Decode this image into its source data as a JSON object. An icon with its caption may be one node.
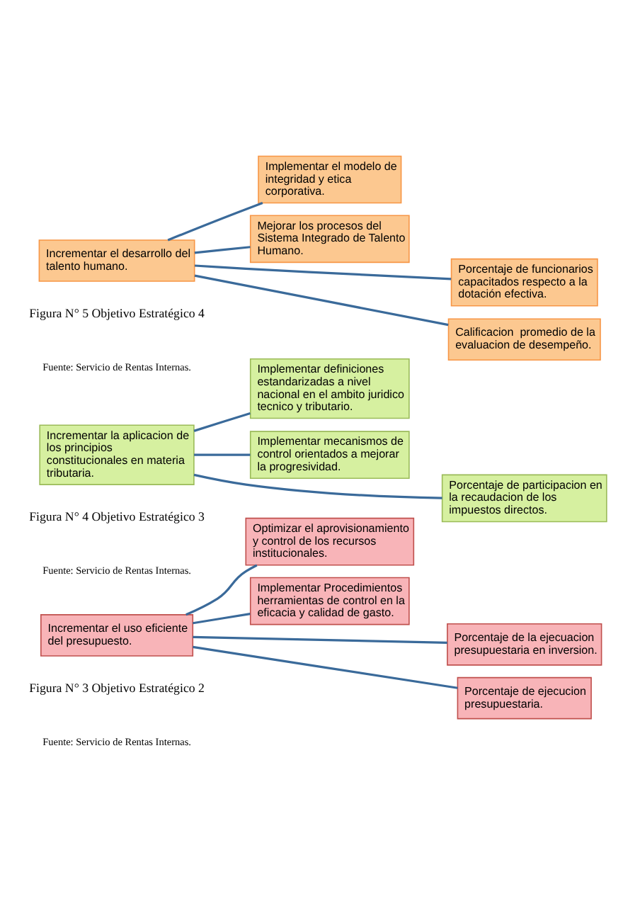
{
  "diagram": {
    "nodes": [
      {
        "text": [
          "Incrementar el uso eficiente del presupuesto."
        ]
      },
      {
        "text": [
          "Optimizar el aprovisionamiento y control de los recursos institucionales."
        ]
      },
      {
        "text": [
          "Implementar Procedimientos herramientas de control en la eficacia y calidad de gasto."
        ]
      },
      {
        "text": [
          "Porcentaje de la ejecuacion presupuestaria en inversion."
        ]
      },
      {
        "text": [
          "Porcentaje de ejecucion presupuestaria."
        ]
      },
      {
        "text": [
          "Incrementar la aplicacion de los principios constitucionales en materia tributaria."
        ]
      },
      {
        "text": [
          "Implementar definiciones estandarizadas a nivel nacional en el ambito juridico tecnico y tributario."
        ]
      },
      {
        "text": [
          "Implementar mecanismos de control orientados a mejorar la progresividad."
        ]
      },
      {
        "text": [
          "Porcentaje de participacion en la recaudacion de los impuestos directos."
        ]
      },
      {
        "text": [
          "Incrementar el desarrollo del talento humano."
        ]
      },
      {
        "text": [
          "Implementar el modelo de integridad y etica corporativa."
        ]
      },
      {
        "text": [
          "Mejorar los procesos del Sistema Integrado de Talento Humano."
        ]
      },
      {
        "text": [
          "Porcentaje de funcionarios capacitados respecto a la dotación efectiva."
        ]
      },
      {
        "text": [
          "Calificacion  promedio de la evaluacion de desempeño."
        ]
      }
    ],
    "edges": [
      {
        "from": 0,
        "to": 1,
        "arrow": "none"
      },
      {
        "from": 0,
        "to": 2,
        "arrow": "none"
      },
      {
        "from": 0,
        "to": 3,
        "arrow": "none"
      },
      {
        "from": 0,
        "to": 4,
        "arrow": "none"
      },
      {
        "from": 5,
        "to": 6,
        "arrow": "none"
      },
      {
        "from": 5,
        "to": 7,
        "arrow": "none"
      },
      {
        "from": 5,
        "to": 8,
        "arrow": "none"
      },
      {
        "from": 9,
        "to": 10,
        "arrow": "none"
      },
      {
        "from": 9,
        "to": 11,
        "arrow": "none"
      },
      {
        "from": 9,
        "to": 12,
        "arrow": "none"
      },
      {
        "from": 9,
        "to": 13,
        "arrow": "none"
      }
    ],
    "labels": [
      "Figura N° 3 Objetivo Estratégico 2",
      "Fuente: Servicio de Rentas Internas.",
      "Figura N° 4 Objetivo Estratégico 3",
      "Fuente: Servicio de Rentas Internas.",
      "Figura N° 5 Objetivo Estratégico 4",
      "Fuente: Servicio de Rentas Internas."
    ]
  }
}
